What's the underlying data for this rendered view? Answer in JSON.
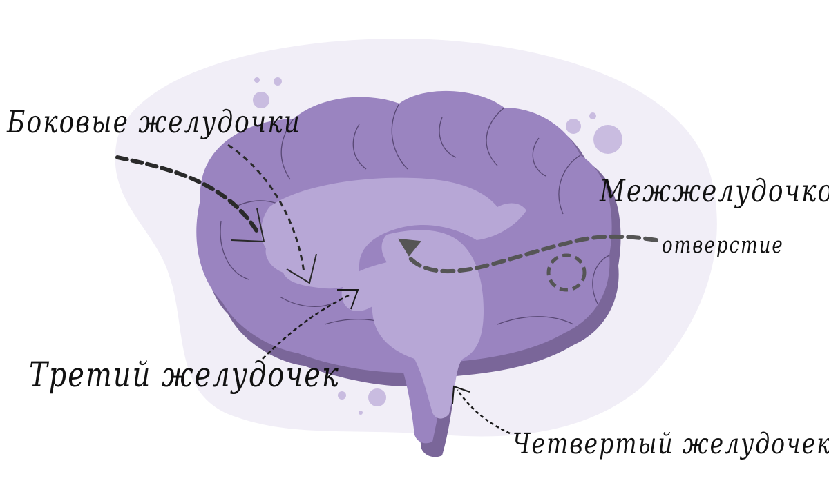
{
  "labels": {
    "lateral_ventricles": "Боковые желудочки",
    "interventricular_line1": "Межжелудочковое",
    "interventricular_line2": "отверстие",
    "third_ventricle": "Третий желудочек",
    "fourth_ventricle": "Четвертый желудочек"
  },
  "colors": {
    "background_blob": "#f1eef7",
    "brain_shadow": "#7a6699",
    "brain_main": "#9a84c0",
    "ventricles": "#b7a7d6",
    "bubbles": "#c9bce0",
    "arrow_dark": "#555555",
    "text": "#111111"
  }
}
